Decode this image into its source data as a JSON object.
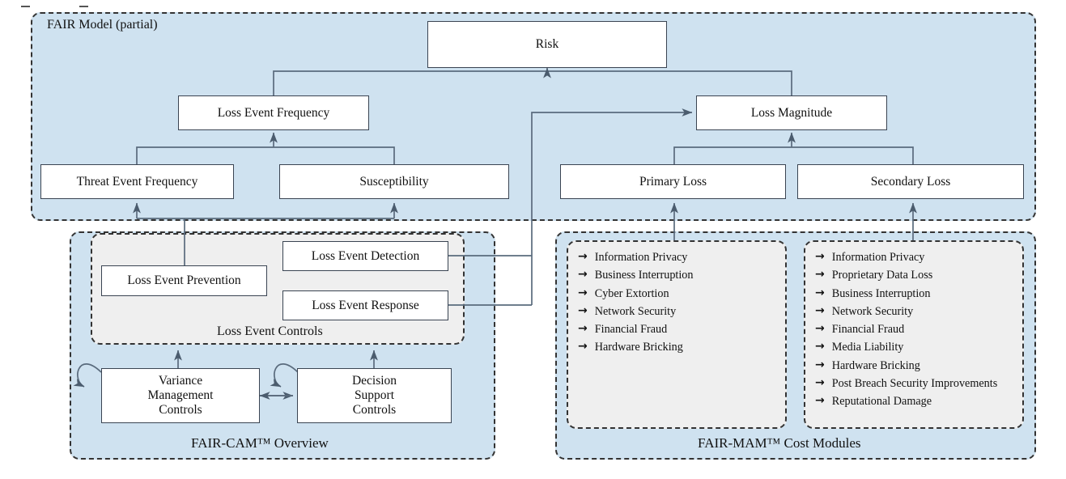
{
  "groups": {
    "fair_model": {
      "label": "FAIR Model (partial)"
    },
    "fair_cam": {
      "label": "FAIR-CAM™ Overview"
    },
    "loss_event_controls": {
      "label": "Loss Event Controls"
    },
    "fair_mam": {
      "label": "FAIR-MAM™ Cost Modules"
    }
  },
  "nodes": {
    "risk": "Risk",
    "loss_event_frequency": "Loss Event Frequency",
    "loss_magnitude": "Loss Magnitude",
    "threat_event_frequency": "Threat Event Frequency",
    "susceptibility": "Susceptibility",
    "primary_loss": "Primary Loss",
    "secondary_loss": "Secondary Loss",
    "loss_event_prevention": "Loss Event Prevention",
    "loss_event_detection": "Loss Event Detection",
    "loss_event_response": "Loss Event Response",
    "variance_management_controls": "Variance\nManagement\nControls",
    "decision_support_controls": "Decision\nSupport\nControls"
  },
  "mam": {
    "bullet": "→",
    "primary_loss_modules": [
      "Information Privacy",
      "Business Interruption",
      "Cyber Extortion",
      "Network Security",
      "Financial Fraud",
      "Hardware Bricking"
    ],
    "secondary_loss_modules": [
      "Information Privacy",
      "Proprietary Data Loss",
      "Business Interruption",
      "Network Security",
      "Financial Fraud",
      "Media Liability",
      "Hardware Bricking",
      "Post Breach Security Improvements",
      "Reputational Damage"
    ]
  },
  "colors": {
    "group_fill": "#cfe2f0",
    "inner_fill": "#efefef",
    "node_stroke": "#3a4452",
    "connector": "#5a6b7d",
    "dash_border": "#333333"
  }
}
